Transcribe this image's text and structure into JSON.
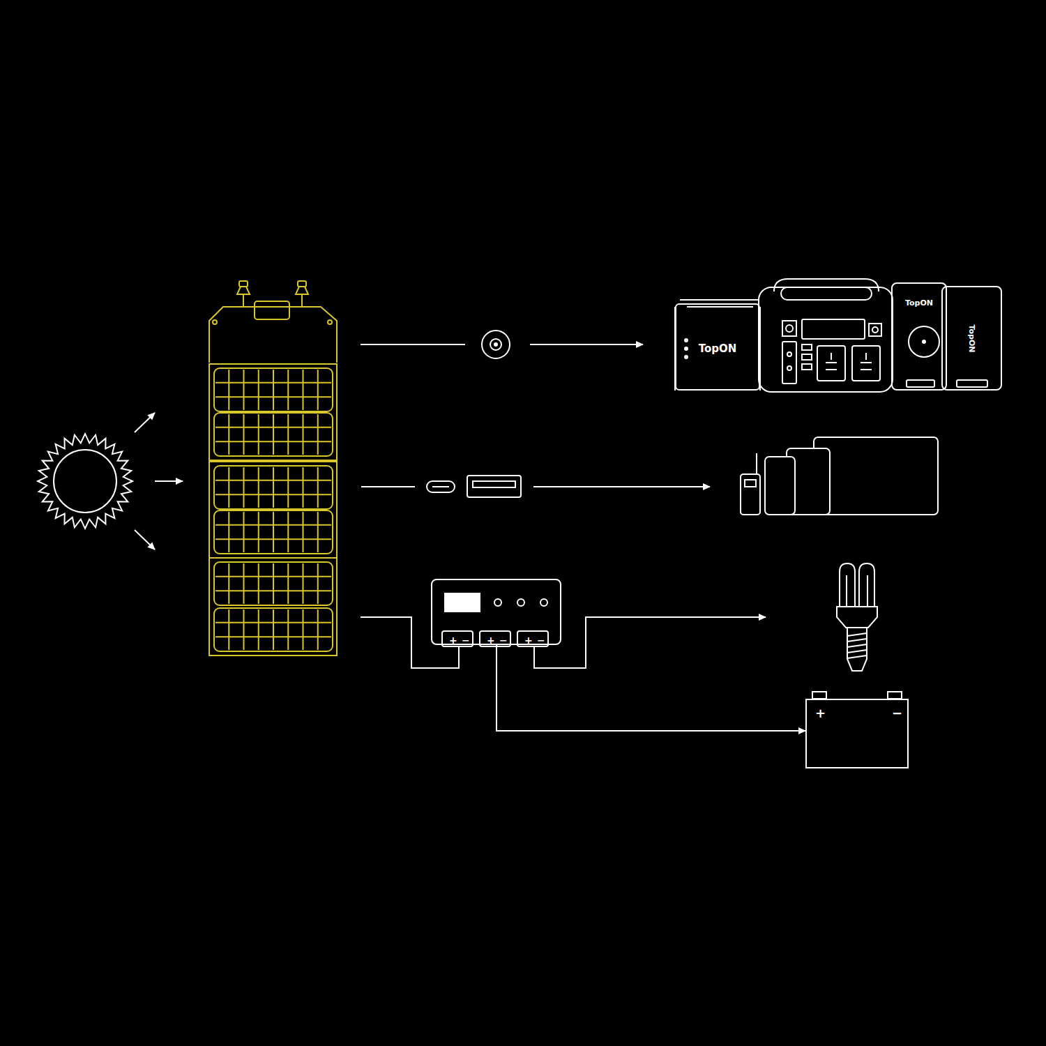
{
  "diagram": {
    "nodes": [
      {
        "text": [
          "TopON"
        ]
      },
      {
        "text": [
          "TopON"
        ]
      },
      {
        "text": [
          "TopON"
        ]
      },
      {
        "text": [
          "+",
          "−",
          "+",
          "−",
          "+",
          "−"
        ]
      },
      {
        "text": [
          "+",
          "−"
        ]
      }
    ],
    "edges": [
      {
        "from": 3,
        "to": 4,
        "arrow": "to"
      }
    ]
  }
}
